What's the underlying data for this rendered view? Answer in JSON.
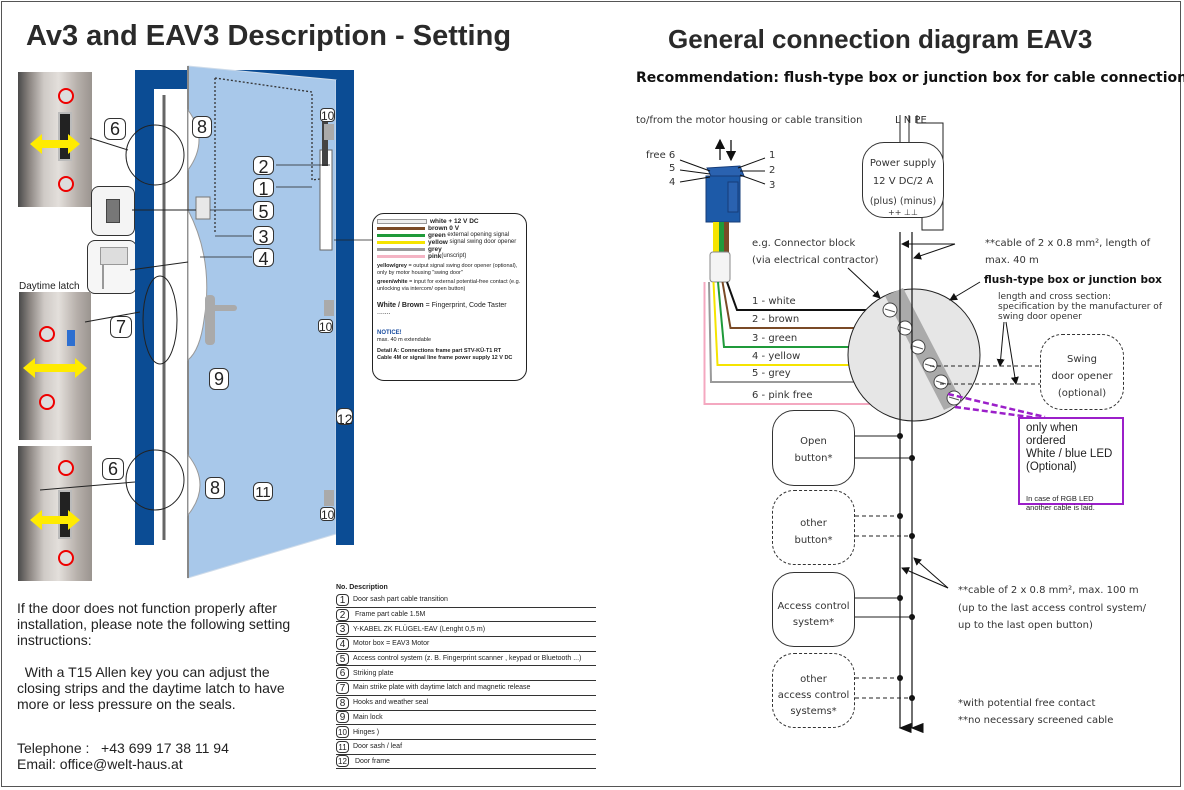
{
  "left": {
    "title": "Av3 and EAV3 Description - Setting",
    "callouts": {
      "photo_top_label": "6",
      "photo_latch_caption": "Daytime latch",
      "photo_latch_label": "7",
      "photo_bottom_label": "6",
      "door_labels": [
        "1",
        "2",
        "3",
        "4",
        "5",
        "8",
        "8",
        "9",
        "10",
        "10",
        "10",
        "11",
        "12"
      ]
    },
    "cable_info": {
      "wires": [
        {
          "color_name": "white",
          "label": "white + 12 V DC",
          "hex": "#f2f2f2"
        },
        {
          "color_name": "brown",
          "label": "brown 0 V",
          "hex": "#7a4a26"
        },
        {
          "color_name": "green",
          "label": "green",
          "note": "external opening signal",
          "hex": "#1f9a3a"
        },
        {
          "color_name": "yellow",
          "label": "yellow",
          "note": "signal swing door opener",
          "hex": "#f5e400"
        },
        {
          "color_name": "grey",
          "label": "grey",
          "hex": "#9a9a9a"
        },
        {
          "color_name": "pink",
          "label": "pink",
          "note": "(unscript)",
          "hex": "#f4b4c4"
        }
      ],
      "yellowgrey_key": "yellow/grey",
      "yellowgrey_text": "= output signal swing door opener (optional), only by motor housing \"swing door\"",
      "greenwhite_key": "green/white",
      "greenwhite_text": "= input for external potential-free contact (e.g. unlocking via intercom/ open button)",
      "whitebrown_key": "White / Brown",
      "whitebrown_text": "=  Fingerprint, Code Taster .......",
      "notice_title": "NOTICE!",
      "notice_text": "max. 40 m extendable",
      "detail_line1": "Detail A: Connections frame part STV-KÜ-T1 RT",
      "detail_line2": "Cable 4M or signal line frame power supply 12 V DC"
    },
    "parts_table": {
      "header_no": "No.",
      "header_desc": "Description",
      "rows": [
        {
          "no": "1",
          "desc": "Door sash part cable transition"
        },
        {
          "no": "2",
          "desc": " Frame part cable 1.5M"
        },
        {
          "no": "3",
          "desc": "Y-KABEL ZK FLÜGEL-EAV (Lenght 0,5 m)"
        },
        {
          "no": "4",
          "desc": "Motor box = EAV3 Motor"
        },
        {
          "no": "5",
          "desc": "Access control system (z. B. Fingerprint scanner , keypad or Bluetooth ...)"
        },
        {
          "no": "6",
          "desc": "Striking plate"
        },
        {
          "no": "7",
          "desc": "Main strike plate with daytime latch and magnetic release"
        },
        {
          "no": "8",
          "desc": "Hooks and weather seal"
        },
        {
          "no": "9",
          "desc": "Main lock"
        },
        {
          "no": "10",
          "desc": "Hinges )"
        },
        {
          "no": "11",
          "desc": "Door sash / leaf"
        },
        {
          "no": "12",
          "desc": " Door frame"
        }
      ]
    },
    "instructions": {
      "p1": "If the door does not function properly after installation, please note the following setting instructions:",
      "p2": "  With a T15 Allen key you can adjust the closing strips and the daytime latch to have more or less pressure on the seals."
    },
    "contact": {
      "telephone": "Telephone :   +43 699 17 38 11 94",
      "email": "Email: office@welt-haus.at"
    }
  },
  "right": {
    "title": "General connection diagram EAV3",
    "subtitle": "Recommendation: flush-type box or junction box for cable connection",
    "motor_caption": "to/from the motor housing or cable transition",
    "connector_pins": {
      "p1": "1",
      "p2": "2",
      "p3": "3",
      "p4": "4",
      "p5": "5",
      "p6": "free 6"
    },
    "mains": "L N PE",
    "power_supply": {
      "line1": "Power supply",
      "line2": "12 V DC/2 A",
      "line3": "(plus)  (minus)",
      "terminals": "++ ⊥⊥"
    },
    "connector_block_1": "e.g. Connector block",
    "connector_block_2": "(via electrical contractor)",
    "cable40_1": "**cable of 2 x 0.8 mm², length of",
    "cable40_2": "max. 40 m",
    "junction_title": "flush-type box or junction box",
    "junction_spec": "length and cross section: specification by the manufacturer of swing door opener",
    "wires": [
      {
        "label": "1 - white",
        "hex": "#111111"
      },
      {
        "label": "2 - brown",
        "hex": "#7a4a26"
      },
      {
        "label": "3 - green",
        "hex": "#1f9a3a"
      },
      {
        "label": "4 - yellow",
        "hex": "#f5e400"
      },
      {
        "label": "5 - grey",
        "hex": "#9a9a9a"
      },
      {
        "label": "6 - pink free",
        "hex": "#f4a8c0"
      }
    ],
    "swing_door": {
      "line1": "Swing",
      "line2": "door opener",
      "line3": "(optional)"
    },
    "led_box": {
      "line1": "only when ordered",
      "line2": "White / blue LED",
      "line3": "(Optional)",
      "note1": "In case of RGB LED",
      "note2": "another cable is laid."
    },
    "open_button": {
      "line1": "Open",
      "line2": "button*"
    },
    "other_button": {
      "line1": "other",
      "line2": "button*"
    },
    "access_control": {
      "line1": "Access control",
      "line2": "system*"
    },
    "other_access": {
      "line1": "other",
      "line2": "access control",
      "line3": "systems*"
    },
    "cable100_1": "**cable of 2 x 0.8 mm², max. 100 m",
    "cable100_2": "(up to the last access control system/",
    "cable100_3": "up to the last open button)",
    "footnote1": "*with potential free contact",
    "footnote2": "**no necessary screened cable",
    "colors": {
      "led_accent": "#9b1fc9",
      "door_frame": "#0b4c94",
      "door_leaf": "#a8c8ea"
    }
  }
}
